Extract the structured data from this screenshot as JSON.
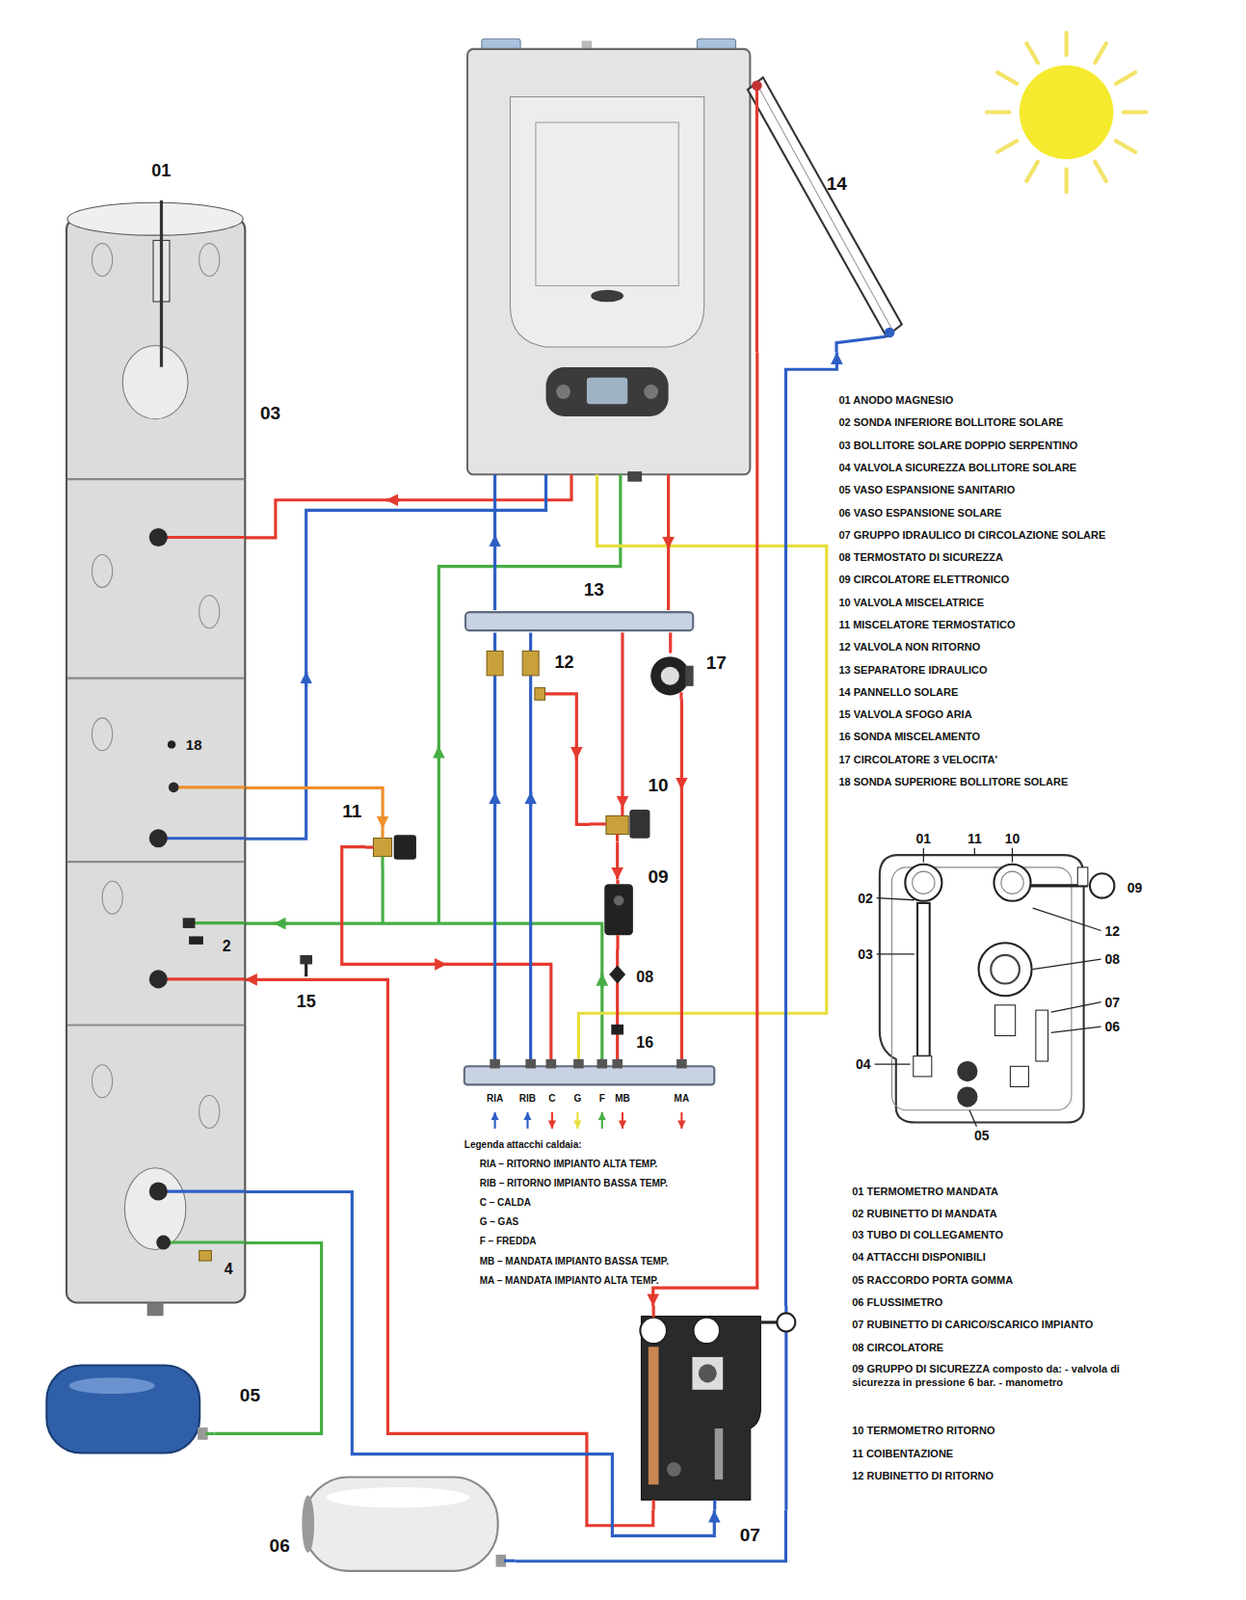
{
  "diagram": {
    "nodes": [
      {
        "text": [
          "03"
        ]
      },
      {
        "text": [
          "14"
        ]
      },
      {
        "text": [
          "13"
        ]
      },
      {
        "text": [
          "17"
        ]
      },
      {
        "text": [
          "10"
        ]
      },
      {
        "text": [
          "11"
        ]
      },
      {
        "text": [
          "09"
        ]
      },
      {
        "text": [
          "05"
        ]
      },
      {
        "text": [
          "07"
        ]
      },
      {
        "text": [
          "06"
        ]
      }
    ],
    "edges": [
      {
        "from": 1,
        "to": 8,
        "arrow": "to"
      },
      {
        "from": 8,
        "to": 1,
        "arrow": "to"
      },
      {
        "from": 8,
        "to": 0,
        "arrow": "to"
      },
      {
        "from": 0,
        "to": 8,
        "arrow": "to"
      },
      {
        "from": 8,
        "to": 9,
        "arrow": "none"
      },
      {
        "from": 0,
        "to": 7,
        "arrow": "none"
      },
      {
        "from": 0,
        "to": 5,
        "arrow": "to"
      },
      {
        "from": 2,
        "to": 4,
        "arrow": "to"
      },
      {
        "from": 4,
        "to": 6,
        "arrow": "to"
      },
      {
        "from": 2,
        "to": 3,
        "arrow": "none"
      }
    ],
    "labels": [
      "01",
      "18",
      "2",
      "15",
      "4",
      "12",
      "08",
      "16",
      "RIA",
      "RIB",
      "C",
      "G",
      "F",
      "MB",
      "MA",
      "Legenda attacchi caldaia:",
      "RIA – RITORNO IMPIANTO ALTA TEMP.",
      "RIB – RITORNO IMPIANTO BASSA TEMP.",
      "C – CALDA",
      "G – GAS",
      "F – FREDDA",
      "MB – MANDATA IMPIANTO BASSA TEMP.",
      "MA – MANDATA IMPIANTO ALTA TEMP.",
      "01 ANODO MAGNESIO",
      "02 SONDA INFERIORE BOLLITORE SOLARE",
      "03 BOLLITORE SOLARE DOPPIO SERPENTINO",
      "04 VALVOLA SICUREZZA BOLLITORE SOLARE",
      "05 VASO ESPANSIONE SANITARIO",
      "06 VASO ESPANSIONE SOLARE",
      "07 GRUPPO IDRAULICO DI CIRCOLAZIONE SOLARE",
      "08 TERMOSTATO DI SICUREZZA",
      "09 CIRCOLATORE ELETTRONICO",
      "10 VALVOLA MISCELATRICE",
      "11 MISCELATORE TERMOSTATICO",
      "12 VALVOLA NON RITORNO",
      "13 SEPARATORE IDRAULICO",
      "14 PANNELLO SOLARE",
      "15 VALVOLA SFOGO ARIA",
      "16 SONDA MISCELAMENTO",
      "17 CIRCOLATORE 3 VELOCITA'",
      "18 SONDA SUPERIORE BOLLITORE SOLARE",
      "01",
      "11",
      "10",
      "09",
      "02",
      "12",
      "03",
      "08",
      "07",
      "06",
      "04",
      "05",
      "01 TERMOMETRO MANDATA",
      "02 RUBINETTO DI MANDATA",
      "03 TUBO DI COLLEGAMENTO",
      "04 ATTACCHI DISPONIBILI",
      "05 RACCORDO PORTA GOMMA",
      "06 FLUSSIMETRO",
      "07 RUBINETTO DI CARICO/SCARICO IMPIANTO",
      "08 CIRCOLATORE",
      "09 GRUPPO DI SICUREZZA composto da: - valvola di sicurezza in pressione 6 bar. - manometro",
      "10 TERMOMETRO RITORNO",
      "11 COIBENTAZIONE",
      "12 RUBINETTO DI RITORNO"
    ]
  }
}
